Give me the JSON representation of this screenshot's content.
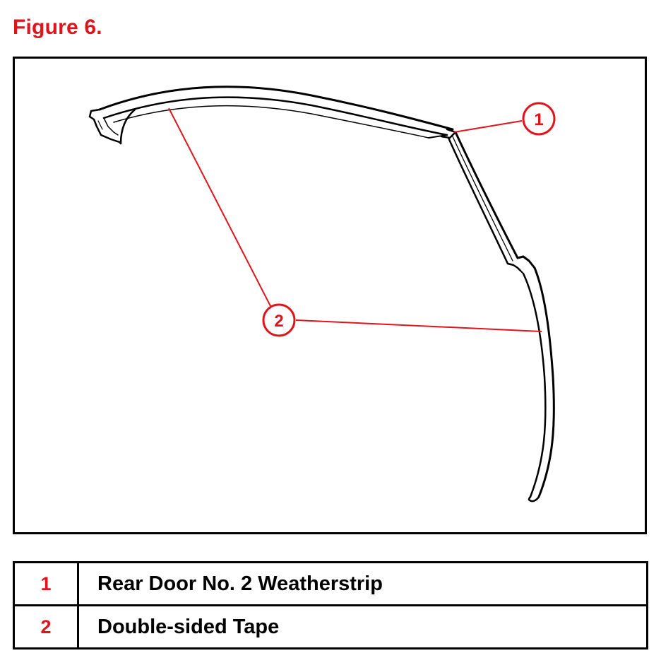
{
  "figure": {
    "title": "Figure 6."
  },
  "callouts": [
    {
      "number": "1"
    },
    {
      "number": "2"
    }
  ],
  "legend": {
    "rows": [
      {
        "number": "1",
        "description": "Rear Door No. 2 Weatherstrip"
      },
      {
        "number": "2",
        "description": "Double-sided Tape"
      }
    ]
  },
  "colors": {
    "accent": "#e0141b",
    "line": "#000000",
    "background": "#ffffff"
  }
}
